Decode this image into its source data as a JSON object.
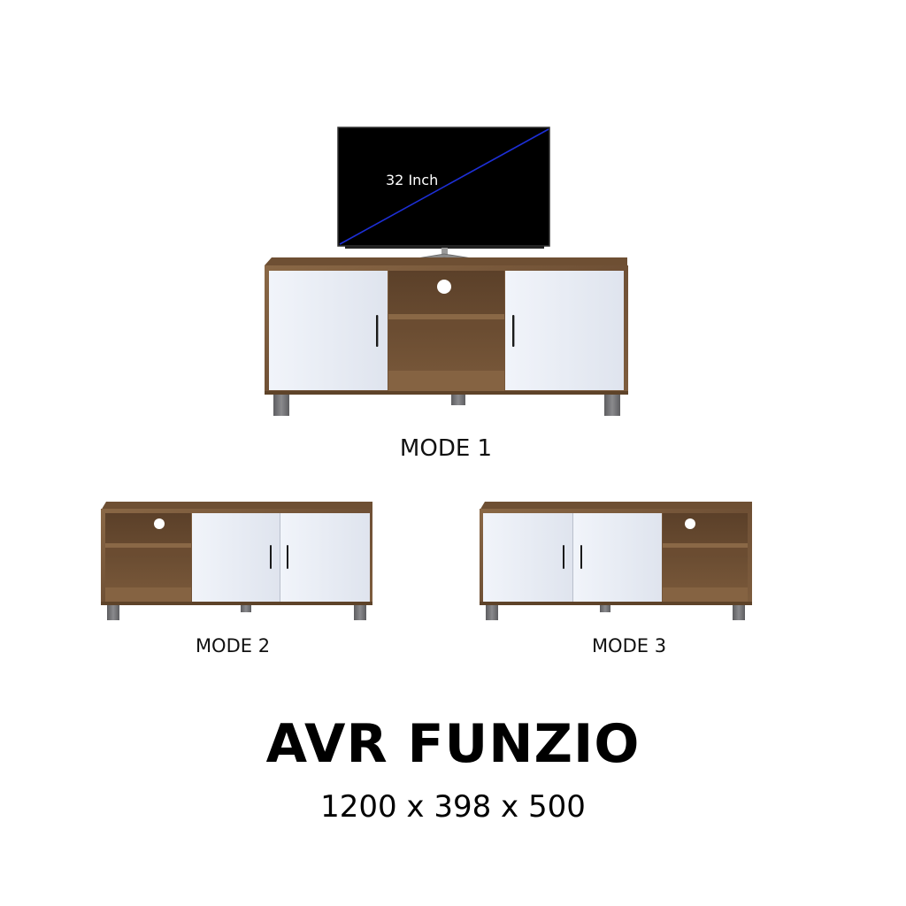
{
  "product": {
    "name": "AVR FUNZIO",
    "dimensions": "1200 x 398 x 500"
  },
  "tv": {
    "size_label": "32 Inch"
  },
  "modes": [
    {
      "label": "MODE 1"
    },
    {
      "label": "MODE 2"
    },
    {
      "label": "MODE 3"
    }
  ],
  "colors": {
    "wood": "#7a5a3c",
    "wood_dark": "#5e4329",
    "door_white": "#e9edf5",
    "legs": "#6e6e70",
    "tv_screen": "#000000",
    "tv_diagonal": "#1d2fd6"
  }
}
